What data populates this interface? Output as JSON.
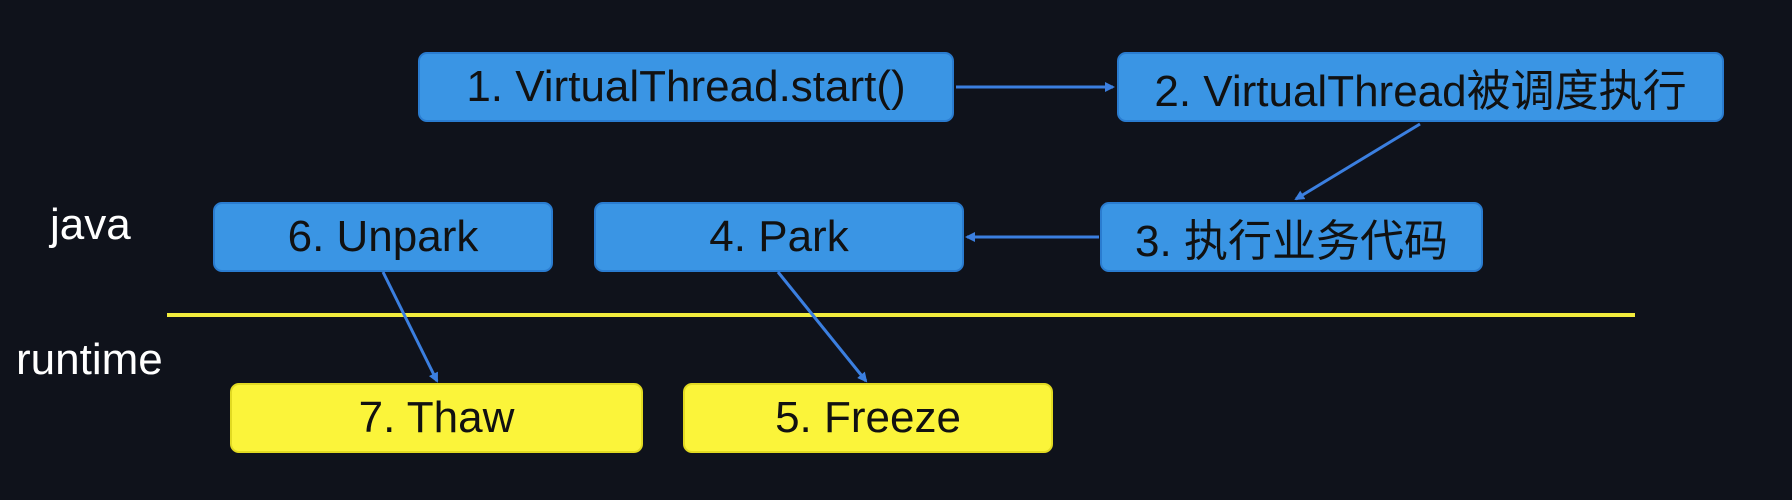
{
  "layers": {
    "java": "java",
    "runtime": "runtime"
  },
  "steps": {
    "s1": "1. VirtualThread.start()",
    "s2": "2. VirtualThread被调度执行",
    "s3": "3. 执行业务代码",
    "s4": "4. Park",
    "s5": "5. Freeze",
    "s6": "6. Unpark",
    "s7": "7. Thaw"
  },
  "colors": {
    "background": "#0f121b",
    "java_box": "#3a95e4",
    "runtime_box": "#fbf43a",
    "divider": "#f2ec3d",
    "arrow": "#3b7fe0"
  }
}
